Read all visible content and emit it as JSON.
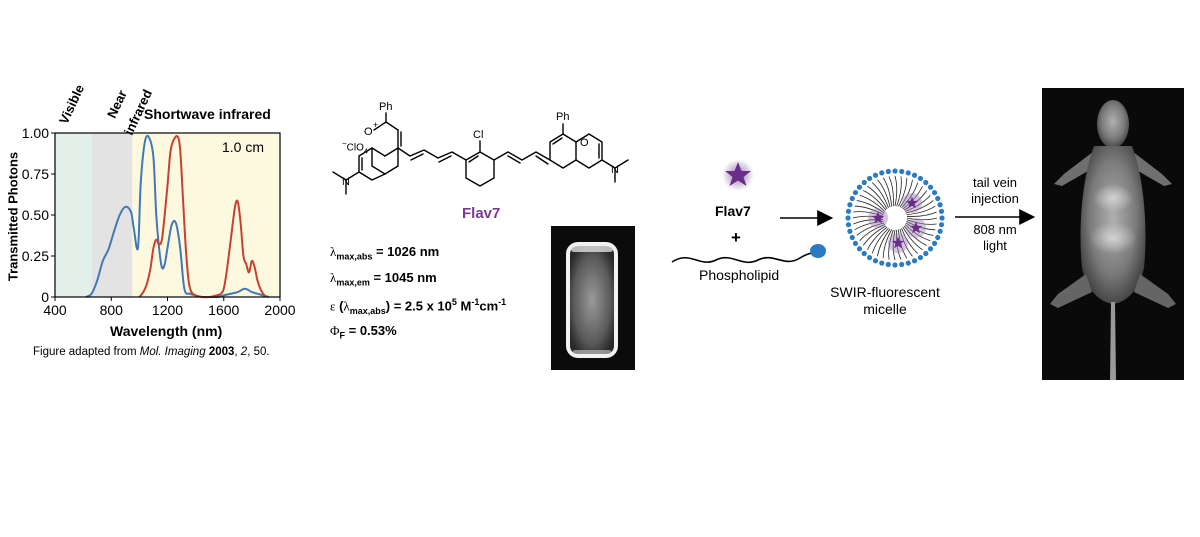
{
  "chart": {
    "ylabel": "Transmitted Photons",
    "xlabel": "Wavelength (nm)",
    "region_labels": {
      "visible": "Visible",
      "near_line1": "Near",
      "near_line2": "infrared",
      "swir": "Shortwave infrared"
    },
    "path_length": "1.0 cm",
    "citation": {
      "prefix": "Figure adapted from ",
      "journal": "Mol. Imaging",
      "year": "2003",
      "sep1": ", ",
      "volume": "2",
      "rest": ", 50."
    }
  },
  "chart_data": {
    "type": "line",
    "xlabel": "Wavelength (nm)",
    "ylabel": "Transmitted Photons",
    "xlim": [
      400,
      2000
    ],
    "ylim": [
      0,
      1.0
    ],
    "xticks": [
      "400",
      "800",
      "1200",
      "1600",
      "2000"
    ],
    "yticks": [
      "0",
      "0.25",
      "0.50",
      "0.75",
      "1.00"
    ],
    "regions": [
      {
        "label": "Visible",
        "from": 400,
        "to": 660,
        "color": "#e3f0e9"
      },
      {
        "label": "Near infrared",
        "from": 660,
        "to": 950,
        "color": "#e3e3e3"
      },
      {
        "label": "Shortwave infrared",
        "from": 950,
        "to": 2000,
        "color": "#fdf9df"
      }
    ],
    "series": [
      {
        "color": "#4179b8",
        "x": [
          620,
          660,
          700,
          740,
          780,
          820,
          860,
          900,
          940,
          960,
          990,
          1010,
          1040,
          1070,
          1100,
          1120,
          1140,
          1160,
          1180,
          1200,
          1230,
          1260,
          1290,
          1320,
          1360,
          1400,
          1440,
          1480,
          1520,
          1560,
          1600,
          1650,
          1700,
          1750,
          1800,
          1840,
          1880,
          1920
        ],
        "y": [
          0,
          0.02,
          0.1,
          0.22,
          0.29,
          0.4,
          0.5,
          0.55,
          0.52,
          0.42,
          0.3,
          0.7,
          0.95,
          0.97,
          0.85,
          0.5,
          0.3,
          0.18,
          0.2,
          0.3,
          0.44,
          0.45,
          0.3,
          0.05,
          0.02,
          0.01,
          0,
          0,
          0,
          0,
          0.01,
          0.02,
          0.03,
          0.05,
          0.03,
          0.02,
          0.01,
          0
        ]
      },
      {
        "color": "#c8412e",
        "x": [
          1000,
          1020,
          1040,
          1060,
          1080,
          1100,
          1120,
          1140,
          1160,
          1180,
          1200,
          1220,
          1240,
          1270,
          1290,
          1310,
          1330,
          1350,
          1370,
          1400,
          1450,
          1500,
          1550,
          1580,
          1600,
          1620,
          1650,
          1680,
          1700,
          1720,
          1740,
          1760,
          1780,
          1800,
          1820,
          1840,
          1860,
          1880,
          1900
        ],
        "y": [
          0,
          0.02,
          0.05,
          0.1,
          0.18,
          0.3,
          0.35,
          0.32,
          0.35,
          0.5,
          0.68,
          0.88,
          0.95,
          0.98,
          0.9,
          0.6,
          0.3,
          0.1,
          0.03,
          0.01,
          0,
          0,
          0.01,
          0.02,
          0.05,
          0.15,
          0.35,
          0.55,
          0.58,
          0.45,
          0.25,
          0.2,
          0.15,
          0.22,
          0.18,
          0.1,
          0.05,
          0.02,
          0
        ]
      }
    ]
  },
  "molecule": {
    "ph_left": "Ph",
    "ph_right": "Ph",
    "o_left": "O",
    "o_plus": "+",
    "o_right": "O",
    "cl": "Cl",
    "counterion_minus": "−",
    "counterion_main": "ClO",
    "counterion_sub": "4",
    "n_left": "N",
    "n_right": "N",
    "name": "Flav7",
    "name_color": "#7b3893"
  },
  "properties": {
    "lambda_sym": "λ",
    "abs_sub": "max,abs",
    "abs_value": " = 1026 nm",
    "em_sub": "max,em",
    "em_value": " = 1045 nm",
    "eps_sym": "ε",
    "eps_open": " (",
    "eps_close": ") = 2.5 x 10",
    "eps_exp": "5",
    "eps_units": " M",
    "eps_exp2": "-1",
    "eps_units2": "cm",
    "eps_exp3": "-1",
    "phi_sym": "Φ",
    "phi_sub": "F",
    "phi_value": " = 0.53%"
  },
  "scheme": {
    "flav7_label": "Flav7",
    "plus": "+",
    "phospholipid": "Phospholipid",
    "micelle_line1": "SWIR-fluorescent",
    "micelle_line2": "micelle",
    "arrow_line1": "tail vein",
    "arrow_line2": "injection",
    "arrow_line3": "808 nm",
    "arrow_line4": "light",
    "star_color": "#6b2c8c",
    "head_color": "#2a7bc1"
  }
}
